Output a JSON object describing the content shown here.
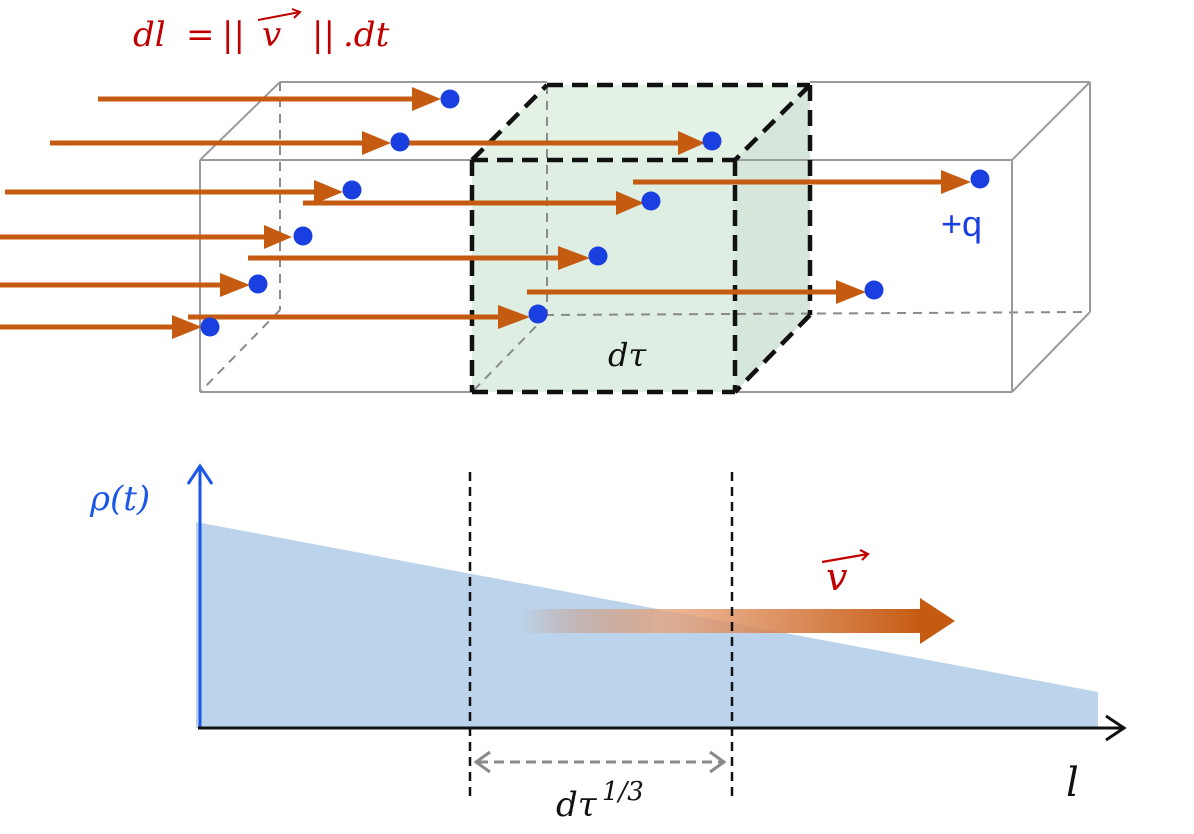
{
  "labels": {
    "formula_lhs": "dl",
    "formula_eq": "=",
    "formula_bars_left": "||",
    "formula_v": "v",
    "formula_bars_right": "||",
    "formula_rhs": ".dt",
    "charge": "+q",
    "volume": "dτ",
    "density": "ρ(t)",
    "velocity": "v",
    "axis_l": "l",
    "width_base": "dτ",
    "width_exp": "1/3"
  },
  "colors": {
    "arrow": "#c55a11",
    "charge": "#1a3fe0",
    "formula": "#c00000",
    "density_fill": "#bcd3ec",
    "density_axis": "#1a56e8",
    "cube_fill": "#e0f0e4",
    "cube_dash": "#111111",
    "box_edge": "#9a9a9a"
  }
}
